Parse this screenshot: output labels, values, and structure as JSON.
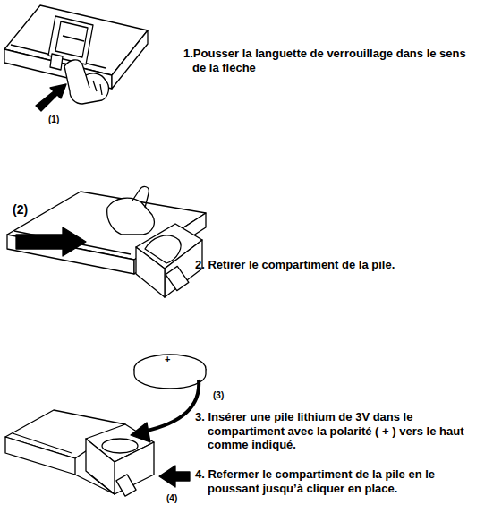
{
  "diagram": {
    "labels": [
      "1.Pousser la languette de verrouillage dans le sens de la flèche",
      "(1)",
      "(2)",
      "2. Retirer le compartiment de la pile.",
      "+",
      "(3)",
      "3. Insérer une pile lithium de 3V dans le compartiment avec la polarité ( + ) vers le haut comme indiqué.",
      "4. Refermer le compartiment de la pile en le poussant jusqu’à cliquer en place.",
      "(4)"
    ]
  }
}
